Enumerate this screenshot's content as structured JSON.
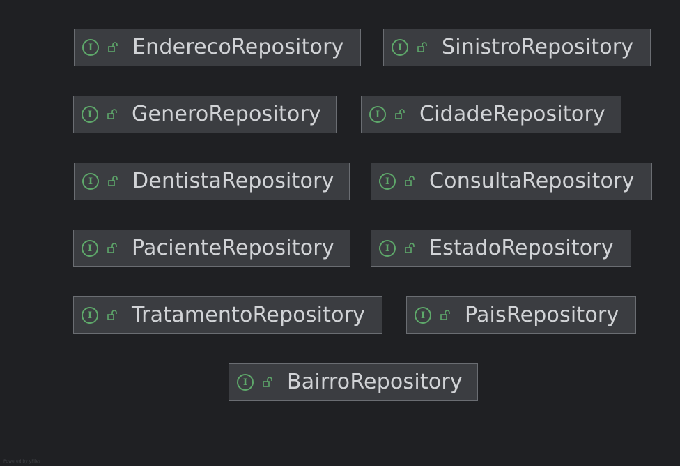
{
  "nodes": [
    {
      "label": "EnderecoRepository",
      "kind": "interface",
      "visibility": "public"
    },
    {
      "label": "SinistroRepository",
      "kind": "interface",
      "visibility": "public"
    },
    {
      "label": "GeneroRepository",
      "kind": "interface",
      "visibility": "public"
    },
    {
      "label": "CidadeRepository",
      "kind": "interface",
      "visibility": "public"
    },
    {
      "label": "DentistaRepository",
      "kind": "interface",
      "visibility": "public"
    },
    {
      "label": "ConsultaRepository",
      "kind": "interface",
      "visibility": "public"
    },
    {
      "label": "PacienteRepository",
      "kind": "interface",
      "visibility": "public"
    },
    {
      "label": "EstadoRepository",
      "kind": "interface",
      "visibility": "public"
    },
    {
      "label": "TratamentoRepository",
      "kind": "interface",
      "visibility": "public"
    },
    {
      "label": "PaisRepository",
      "kind": "interface",
      "visibility": "public"
    },
    {
      "label": "BairroRepository",
      "kind": "interface",
      "visibility": "public"
    }
  ],
  "icons": {
    "interface_glyph": "I",
    "interface_color": "#5ea86a",
    "lock_color": "#5ea86a"
  },
  "colors": {
    "background": "#1f2023",
    "node_fill": "#3b3d41",
    "node_border": "#6a6d72",
    "label_text": "#d1d3d6"
  },
  "footer": {
    "text": "Powered by yFiles"
  }
}
